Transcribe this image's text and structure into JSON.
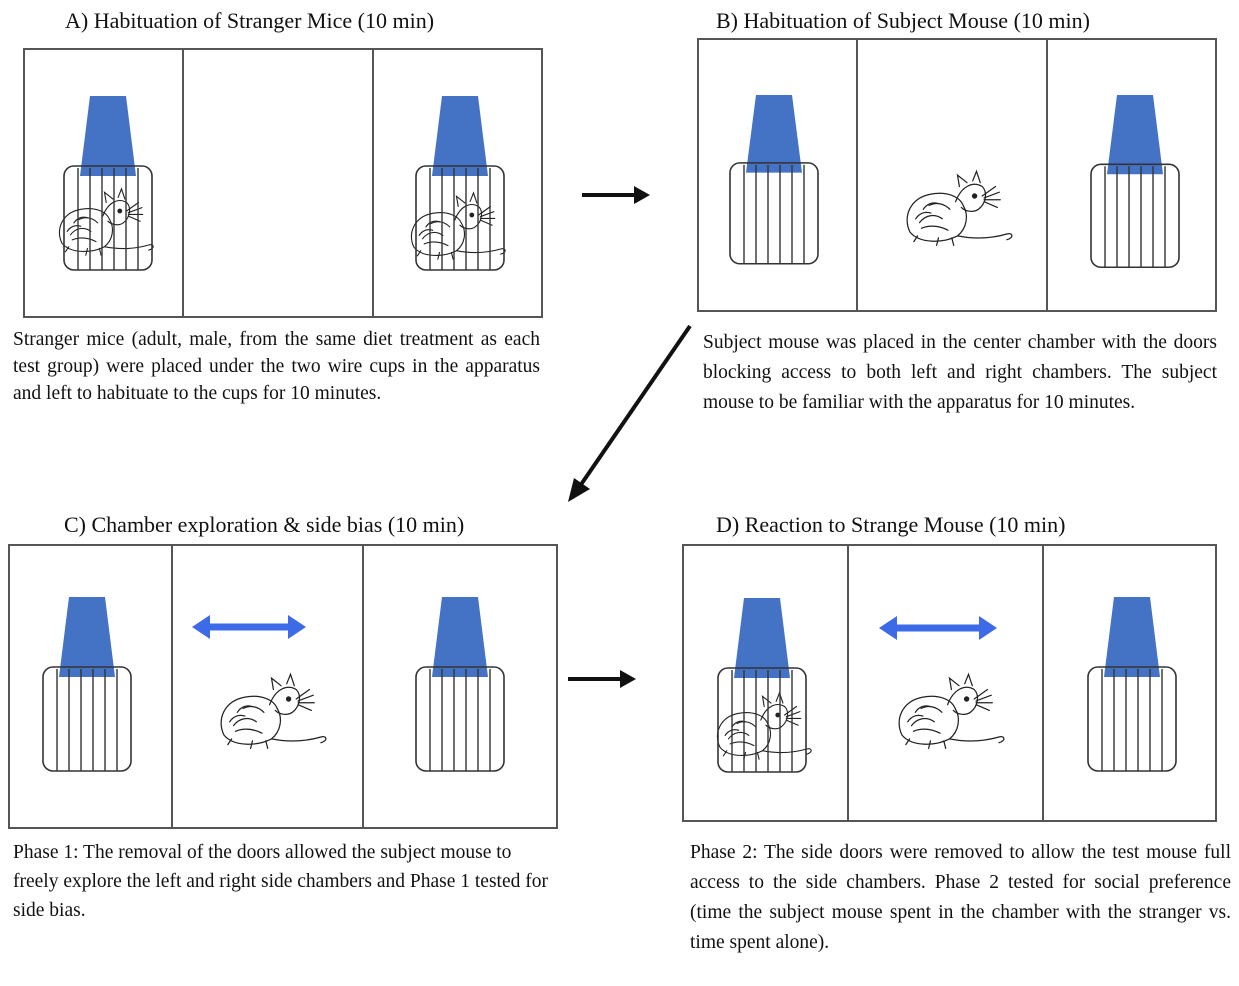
{
  "panels": {
    "a": {
      "title": "A) Habituation of Stranger Mice (10 min)",
      "caption": "Stranger mice (adult, male, from the same diet treatment as each test group) were placed under the two wire cups in the apparatus and left to habituate to the cups for 10 minutes."
    },
    "b": {
      "title": "B) Habituation of Subject Mouse (10 min)",
      "caption": "Subject mouse was placed in the center chamber with the doors blocking access to both left and right chambers. The subject mouse to be familiar with the apparatus for 10 minutes."
    },
    "c": {
      "title": "C) Chamber exploration & side bias (10 min)",
      "caption": "Phase 1: The removal of the doors allowed the subject mouse to freely explore the left and right side chambers and Phase 1 tested for side bias."
    },
    "d": {
      "title": "D) Reaction to Strange Mouse (10 min)",
      "caption": "Phase 2: The side doors were removed to allow the test mouse full access to the side chambers. Phase 2 tested for social preference (time the subject mouse spent in the chamber with the stranger vs. time spent alone)."
    }
  },
  "colors": {
    "cup_top": "#4472c4",
    "double_arrow": "#3d6be8",
    "line": "#111111",
    "chamber_border": "#555555"
  },
  "icons": [
    "wire-cup-icon",
    "mouse-icon",
    "right-arrow-icon",
    "diagonal-arrow-icon",
    "double-arrow-icon"
  ]
}
